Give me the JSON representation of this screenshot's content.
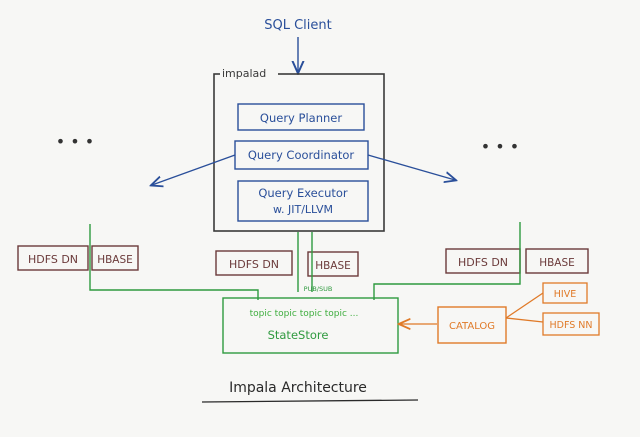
{
  "client": {
    "label": "SQL Client",
    "color": "#2a4f9a"
  },
  "impalad": {
    "label": "impalad",
    "planner": "Query Planner",
    "coordinator": "Query Coordinator",
    "executor_line1": "Query Executor",
    "executor_line2": "w. JIT/LLVM",
    "box_color": "#3a3a3a",
    "component_color": "#2a4f9a"
  },
  "nodes": {
    "left": {
      "hdfs": "HDFS DN",
      "hbase": "HBASE"
    },
    "center": {
      "hdfs": "HDFS DN",
      "hbase": "HBASE"
    },
    "right": {
      "hdfs": "HDFS DN",
      "hbase": "HBASE"
    },
    "color": "#6b3a3a"
  },
  "ellipsis": "• • •",
  "bus": {
    "color": "#2f9a3f",
    "label": "PUB/SUB"
  },
  "statestore": {
    "topics": "topic   topic   topic   topic  ...",
    "label": "StateStore",
    "color": "#2f9a3f"
  },
  "catalog": {
    "label": "CATALOG",
    "hive": "HIVE",
    "hdfs_nn": "HDFS NN",
    "color": "#e07a28"
  },
  "title": "Impala Architecture"
}
